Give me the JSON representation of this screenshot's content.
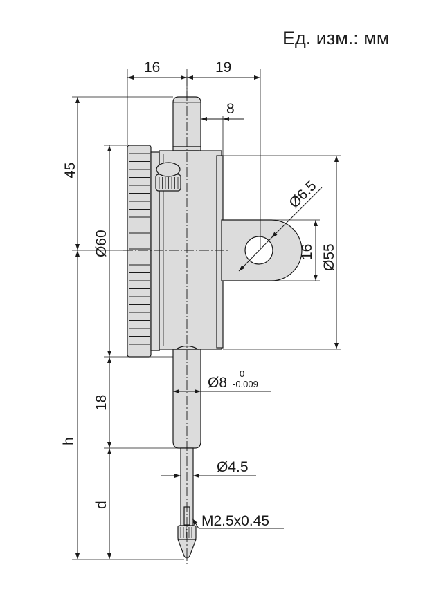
{
  "units_label": "Ед. изм.: мм",
  "dimensions": {
    "left_offset": "16",
    "right_offset": "19",
    "stem_top": "8",
    "height_top": "45",
    "bezel_diameter": "Ø60",
    "lug_hole": "Ø6.5",
    "lug_height": "16",
    "case_diameter": "Ø55",
    "stem_diameter": "Ø8",
    "stem_tol_upper": "0",
    "stem_tol_lower": "-0.009",
    "stem_length": "18",
    "total_height": "h",
    "spindle_diameter": "Ø4.5",
    "spindle_length": "d",
    "thread": "M2.5x0.45"
  },
  "colors": {
    "body_fill": "#dcdcdc",
    "line": "#1a1a1a"
  }
}
